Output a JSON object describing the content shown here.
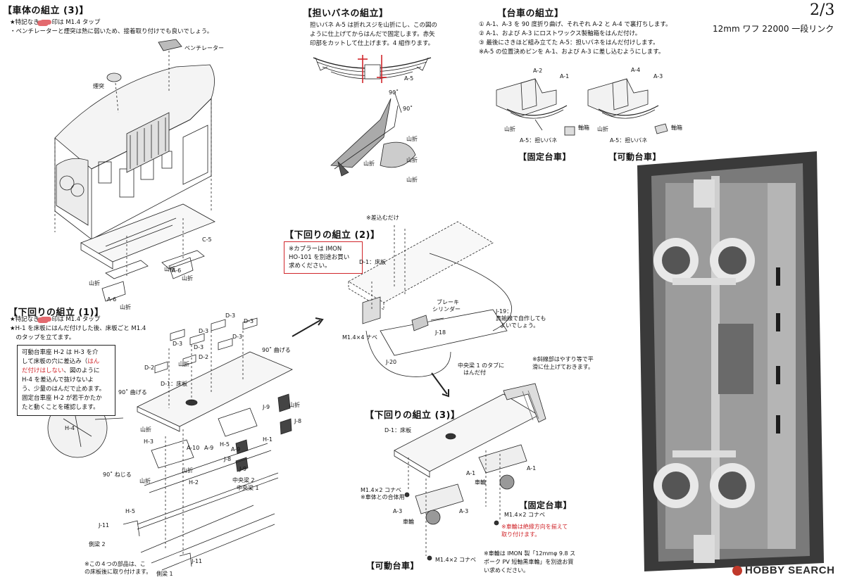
{
  "header": {
    "page_number": "2/3",
    "subtitle": "12mm ワフ 22000 一段リンク"
  },
  "body_assembly": {
    "title": "【車体の組立 (3)】",
    "notes": [
      "★特記なき[pill]印は M1.4 タップ",
      "・ベンチレーターと煙突は熱に弱いため、接着取り付けでも良いでしょう。"
    ],
    "labels": {
      "ventilator": "ベンチレーター",
      "chimney": "煙突",
      "c5": "C-5",
      "a6_1": "A-6",
      "a6_2": "A-6",
      "yamaori1": "山折",
      "yamaori2": "山折",
      "yamaori3": "山折",
      "yamaori4": "山折"
    }
  },
  "spring_assembly": {
    "title": "【担いバネの組立】",
    "notes": [
      "担いバネ A-5 は折れスジを山折にし、この図の",
      "ように仕上げてからはんだで固定します。赤矢",
      "印部をカットして仕上げます。4 組作ります。"
    ],
    "labels": {
      "a5": "A-5",
      "deg90a": "90˚",
      "deg90b": "90˚",
      "y1": "山折",
      "y2": "山折",
      "y3": "山折",
      "y4": "山折"
    }
  },
  "truck_assembly": {
    "title": "【台車の組立】",
    "notes": [
      "① A-1、A-3 を 90 度折り曲げ、それぞれ A-2 と A-4 で裏打ちします。",
      "② A-1、および A-3 にロストワックス製軸箱をはんだ付け。",
      "③ 最後にさきほど組み立てた A-5：担いバネをはんだ付けします。",
      "※A-5 の位置決めピンを A-1、および A-3 に差し込むようにします。"
    ],
    "fixed": {
      "caption": "【固定台車】",
      "a2": "A-2",
      "a1": "A-1",
      "yamaori": "山折",
      "axlebox": "軸箱",
      "a5": "A-5：担いバネ"
    },
    "movable": {
      "caption": "【可動台車】",
      "a4": "A-4",
      "a3": "A-3",
      "yamaori": "山折",
      "axlebox": "軸箱",
      "a5": "A-5：担いバネ"
    }
  },
  "underframe1": {
    "title": "【下回りの組立 (1)】",
    "notes": [
      "★特記なき[pill]印は M1.4 タップ",
      "★H-1 を床板にはんだ付けした後、床板ごと M1.4",
      "　のタップを立てます。"
    ],
    "box": {
      "lines": [
        "可動台車座 H-2 は H-3 を介",
        "して床板の穴に差込み（",
        "はんだ付けはしない）、図のように",
        "H-4 を差込んで抜けないよ",
        "う、少量のはんだで止めます。",
        "固定台車座 H-2 が若干かたか",
        "たと動くことを確認します。"
      ],
      "red_part_1": "はん",
      "red_part_2": "だ付けはしない"
    },
    "labels": {
      "d3a": "D-3",
      "d3b": "D-3",
      "d3c": "D-3",
      "d3d": "D-3",
      "d3e": "D-3",
      "d3f": "D-3",
      "d2a": "D-2",
      "d2b": "D-2",
      "d1": "D-1：床板",
      "bend90a": "90˚ 曲げる",
      "bend90b": "90˚ 曲げる",
      "twist90": "90˚ ねじる",
      "h4": "H-4",
      "h3": "H-3",
      "h2": "H-2",
      "h5a": "H-5",
      "h5b": "H-5",
      "h1": "H-1",
      "a10": "A-10",
      "a9a": "A-9",
      "a9b": "A-9",
      "j9a": "J-9",
      "j9b": "J-9",
      "j8a": "J-8",
      "j8b": "J-8",
      "j11a": "J-11",
      "j11b": "J-11",
      "center2": "中央梁 2",
      "center1": "中央梁 1",
      "side2": "側梁 2",
      "side1": "側梁 1",
      "ya": "山折",
      "yb": "山折",
      "yc": "山折",
      "yd": "山折",
      "ye": "山折"
    },
    "footnote": [
      "※この４つの部品は、こ",
      "の床板後に取り付けます。"
    ]
  },
  "underframe2": {
    "title": "【下回りの組立 (2)】",
    "redbox": [
      "※カプラーは IMON",
      "HO-101 を別途お買い",
      "求めください。"
    ],
    "labels": {
      "insert_only": "※差込むだけ",
      "d1": "D-1：床板",
      "brake": "ブレーキ",
      "cylinder": "シリンダー",
      "m14x4": "M1.4×4 ナベ",
      "j19": "J-19：",
      "j19n1": "真鍮線で自作しても",
      "j19n2": "よいでしょう。",
      "j18": "J-18",
      "j20": "J-20",
      "center1": "中央梁 1 のタブに",
      "center2": "はんだ付"
    }
  },
  "underframe3": {
    "title": "【下回りの組立 (3)】",
    "note": [
      "※斜線部はやすり等で平",
      "滑に仕上げておきます。"
    ],
    "labels": {
      "d1": "D-1：床板",
      "a1a": "A-1",
      "a1b": "A-1",
      "wheel1": "車輪",
      "wheel2": "車輪",
      "m14x2a": "M1.4×2 コナベ",
      "combo": "※車体との合体用",
      "a3a": "A-3",
      "a3b": "A-3",
      "m14x2b": "M1.4×2 コナベ",
      "m14x2c": "M1.4×2 コナベ"
    },
    "fixed_caption": "【固定台車】",
    "movable_caption": "【可動台車】",
    "red_note": [
      "※車輪は絶縁方向を揃えて",
      "取り付けます。"
    ],
    "wheel_note": [
      "※車輪は IMON 製「12mmφ 9.8 ス",
      "ポーク PV 短軸黒車輪」を別途お買",
      "い求めください。"
    ]
  },
  "watermark": "HOBBY SEARCH",
  "colors": {
    "red": "#d0262b",
    "pink": "#e36a6f",
    "ink": "#111111"
  }
}
